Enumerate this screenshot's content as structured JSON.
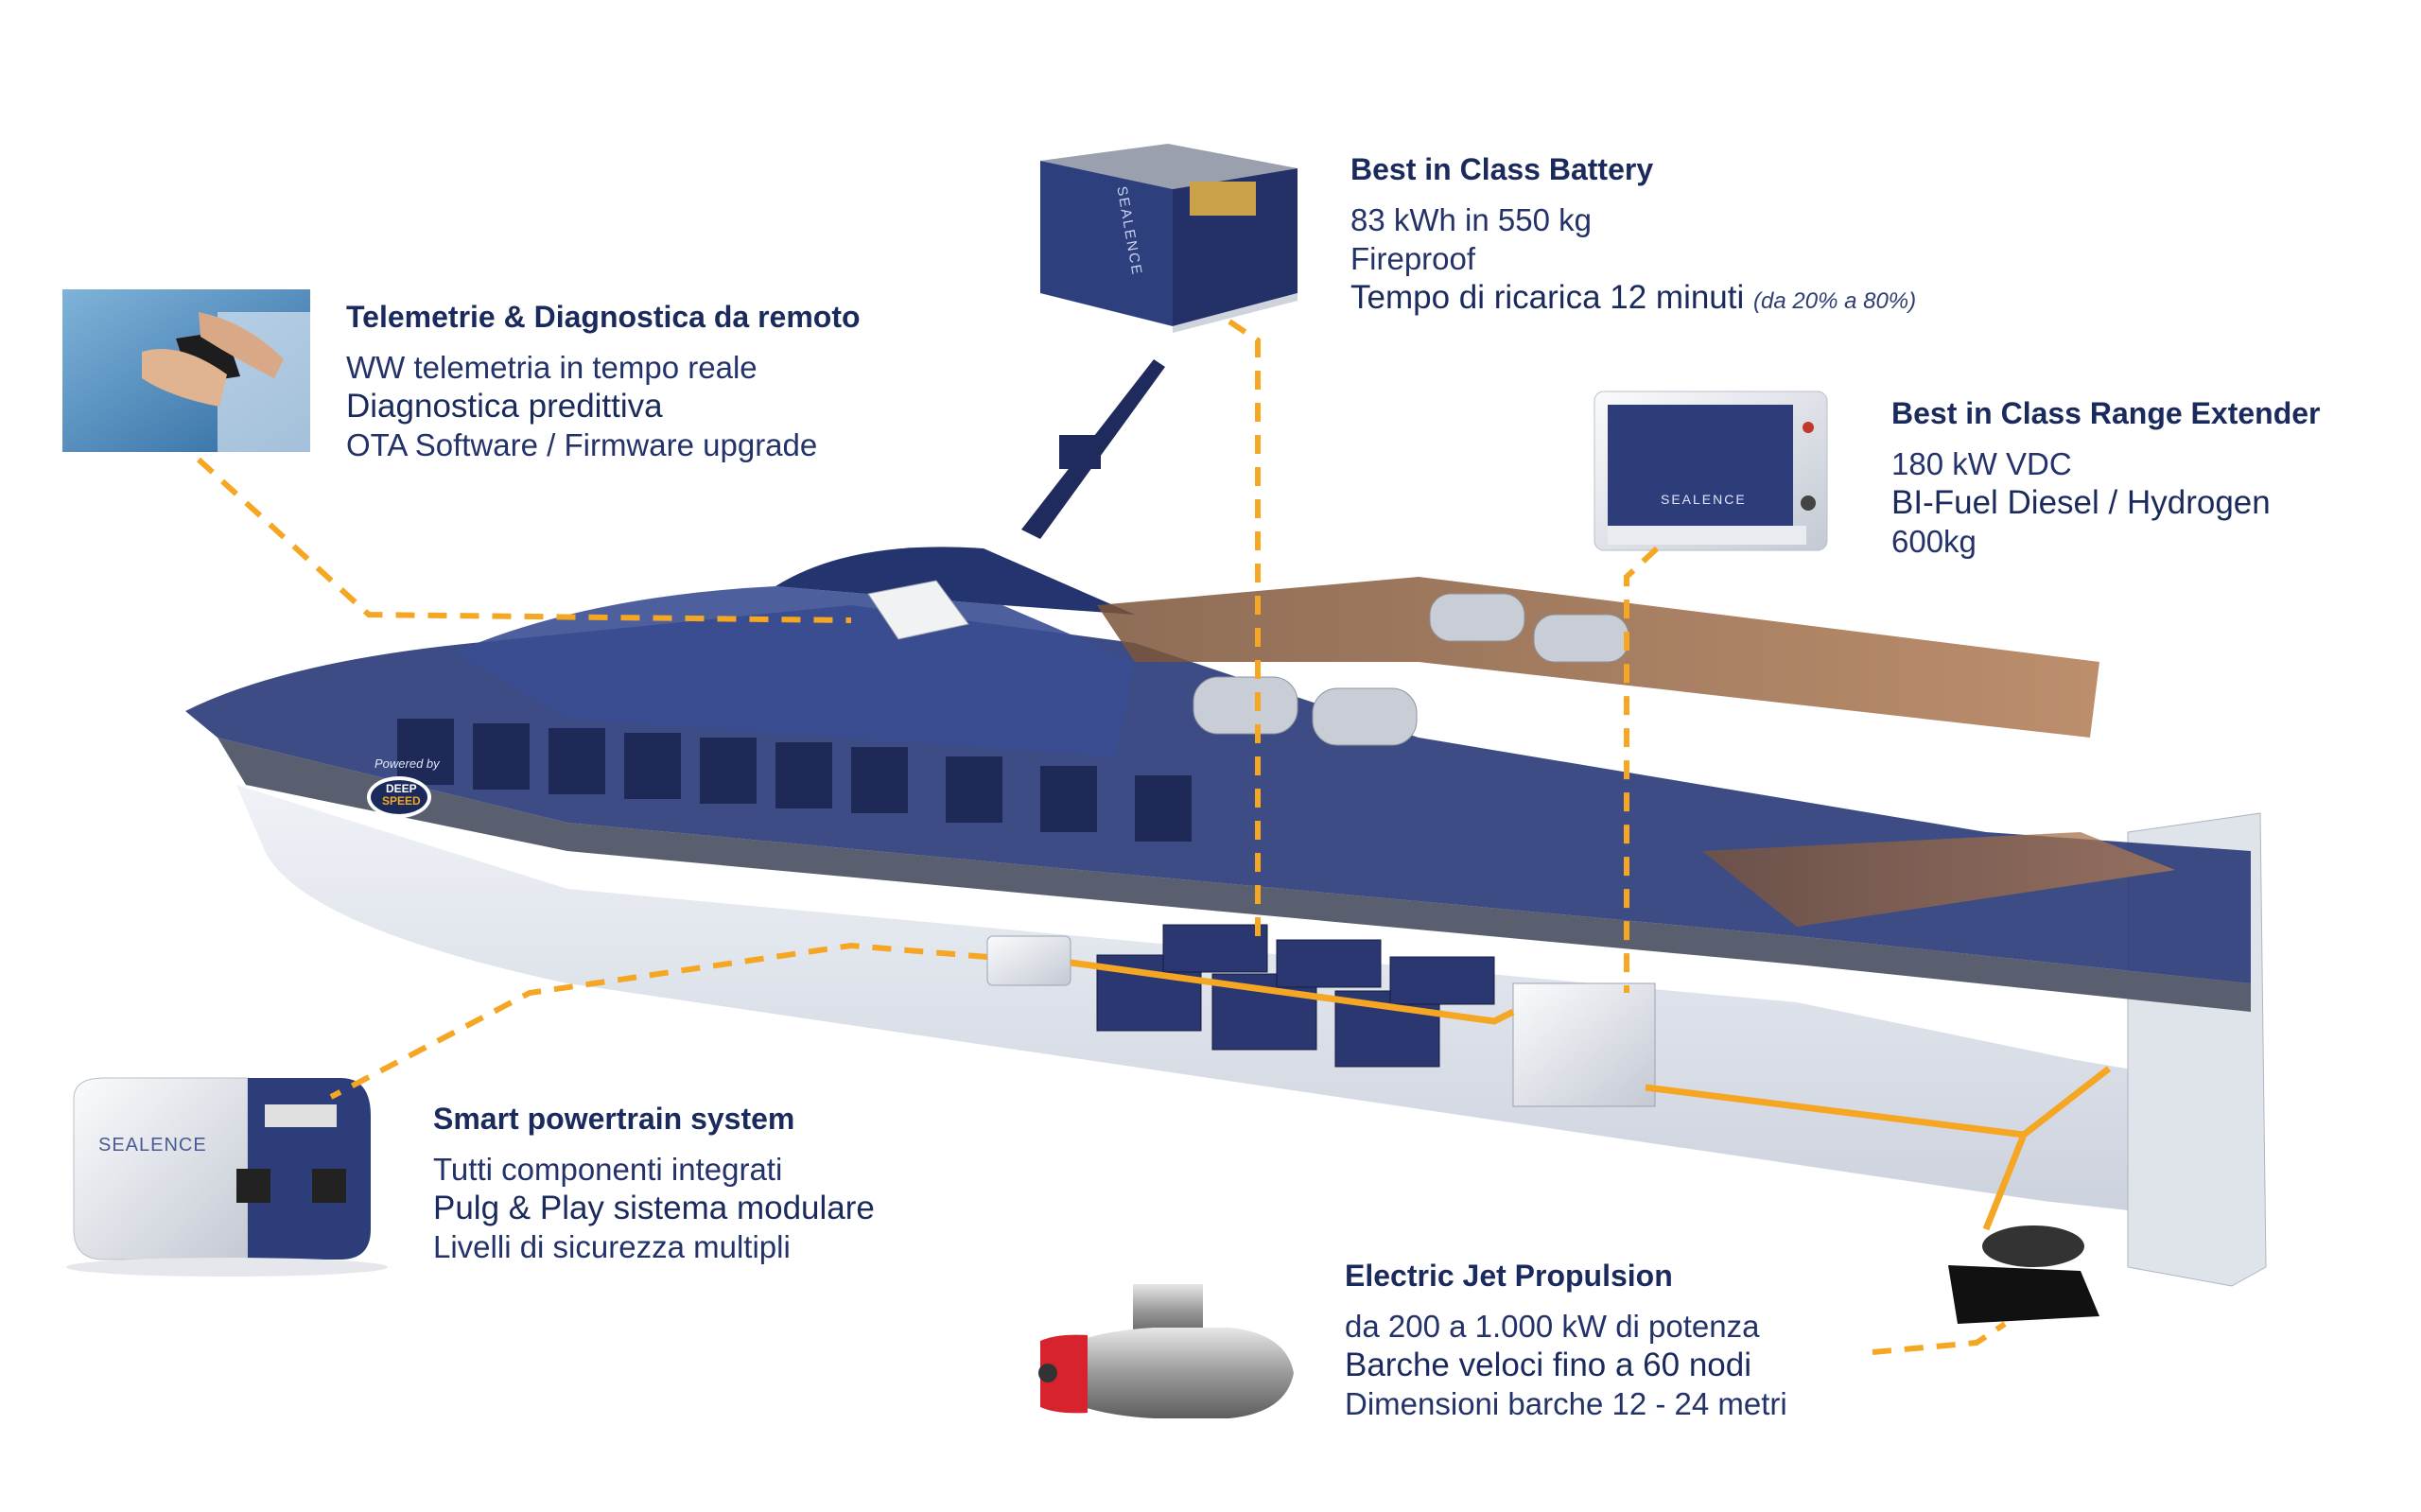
{
  "colors": {
    "navy": "#1b2a5c",
    "hull_blue": "#2c3d7a",
    "accent_orange": "#f5a623",
    "jet_red": "#d6232e",
    "white": "#ffffff"
  },
  "brand": {
    "equipment_logo": "SEALENCE",
    "hull_powered_by": "Powered by",
    "hull_logo_line1": "DEEP",
    "hull_logo_line2": "SPEED"
  },
  "callouts": {
    "telemetry": {
      "title": "Telemetrie & Diagnostica da remoto",
      "lines": [
        "WW telemetria in tempo reale",
        "Diagnostica predittiva",
        "OTA Software / Firmware upgrade"
      ]
    },
    "battery": {
      "title": "Best in Class Battery",
      "lines": [
        "83 kWh in 550 kg",
        "Fireproof",
        "Tempo di ricarica 12 minuti"
      ],
      "note": "(da 20% a 80%)"
    },
    "range_extender": {
      "title": "Best in Class Range Extender",
      "lines": [
        "180 kW VDC",
        "BI-Fuel Diesel / Hydrogen",
        "600kg"
      ]
    },
    "powertrain": {
      "title": "Smart powertrain system",
      "lines": [
        "Tutti componenti integrati",
        "Pulg & Play sistema modulare",
        "Livelli di sicurezza multipli"
      ]
    },
    "jet": {
      "title": "Electric Jet Propulsion",
      "lines": [
        "da 200 a 1.000 kW di potenza",
        "Barche veloci fino a 60 nodi",
        "Dimensioni barche 12 - 24 metri"
      ]
    }
  }
}
